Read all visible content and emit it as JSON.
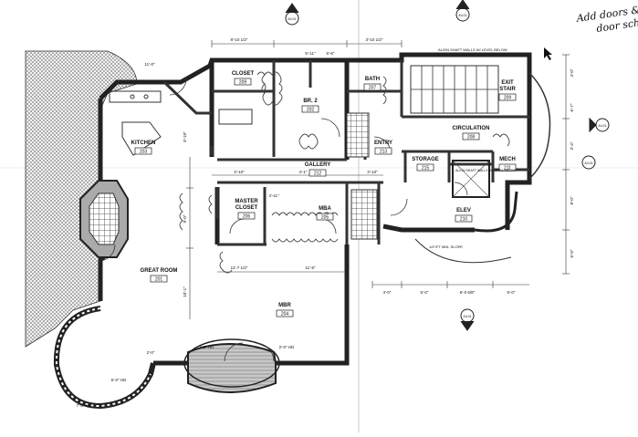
{
  "sheet": {
    "handwritten_note": [
      "Add doors &",
      "door sch"
    ],
    "colors": {
      "ink": "#111111",
      "hatch": "#555555",
      "paper": "#ffffff",
      "wall_fill": "#888888"
    }
  },
  "rooms": [
    {
      "key": "closet",
      "name": "CLOSET",
      "number": "209"
    },
    {
      "key": "br2",
      "name": "BR. 2",
      "number": "202"
    },
    {
      "key": "bath",
      "name": "BATH",
      "number": "207"
    },
    {
      "key": "exit_stair",
      "name": "EXIT STAIR",
      "number": "209"
    },
    {
      "key": "kitchen",
      "name": "KITCHEN",
      "number": "203"
    },
    {
      "key": "entry",
      "name": "ENTRY",
      "number": "213"
    },
    {
      "key": "circulation",
      "name": "CIRCULATION",
      "number": "208"
    },
    {
      "key": "gallery",
      "name": "GALLERY",
      "number": "212"
    },
    {
      "key": "storage",
      "name": "STORAGE",
      "number": "215"
    },
    {
      "key": "mech",
      "name": "MECH",
      "number": "211"
    },
    {
      "key": "master_closet",
      "name": "MASTER CLOSET",
      "number": "206"
    },
    {
      "key": "mba",
      "name": "MBA",
      "number": "205"
    },
    {
      "key": "elev",
      "name": "ELEV",
      "number": "210"
    },
    {
      "key": "great_room",
      "name": "GREAT ROOM",
      "number": "201"
    },
    {
      "key": "mbr",
      "name": "MBR",
      "number": "204"
    }
  ],
  "notes": {
    "shaft_top": "ALIGN SHAFT WALLS W/ LEVEL BELOW",
    "shaft_mid": "ALIGN SHAFT WALLS W/ LEVEL BELOW",
    "slope": "1/4\"/FT MIN. SLOPE"
  },
  "section_markers": [
    "A4.01",
    "A4.01",
    "A4.01",
    "A4.01",
    "A4.01"
  ],
  "dimensions": {
    "top": [
      "8'-10 1/2\"",
      "5'-11\"",
      "6'-6\"",
      "3'-10 1/2\""
    ],
    "gallery": [
      "3'-10\"",
      "4'-1\"",
      "3'-10\""
    ],
    "middle": [
      "11'-7 1/2\"",
      "4'-11\"",
      "11'-6\""
    ],
    "bottom": [
      "4'-0\"",
      "5'-0\"",
      "6'-0 5/8\"",
      "5'-0\""
    ],
    "right": [
      "4'-0\"",
      "6'-7\"",
      "3'-4\"",
      "8'-0\"",
      "6'-0\""
    ],
    "left": [
      "8'-10\"",
      "9'-0\"",
      "10'-1\""
    ],
    "misc": [
      "11'-0\"",
      "7'-0\" HD",
      "2'-0\"",
      "6'-0\" HD",
      "7'-0\" HD",
      "2'-0\" HD"
    ]
  }
}
